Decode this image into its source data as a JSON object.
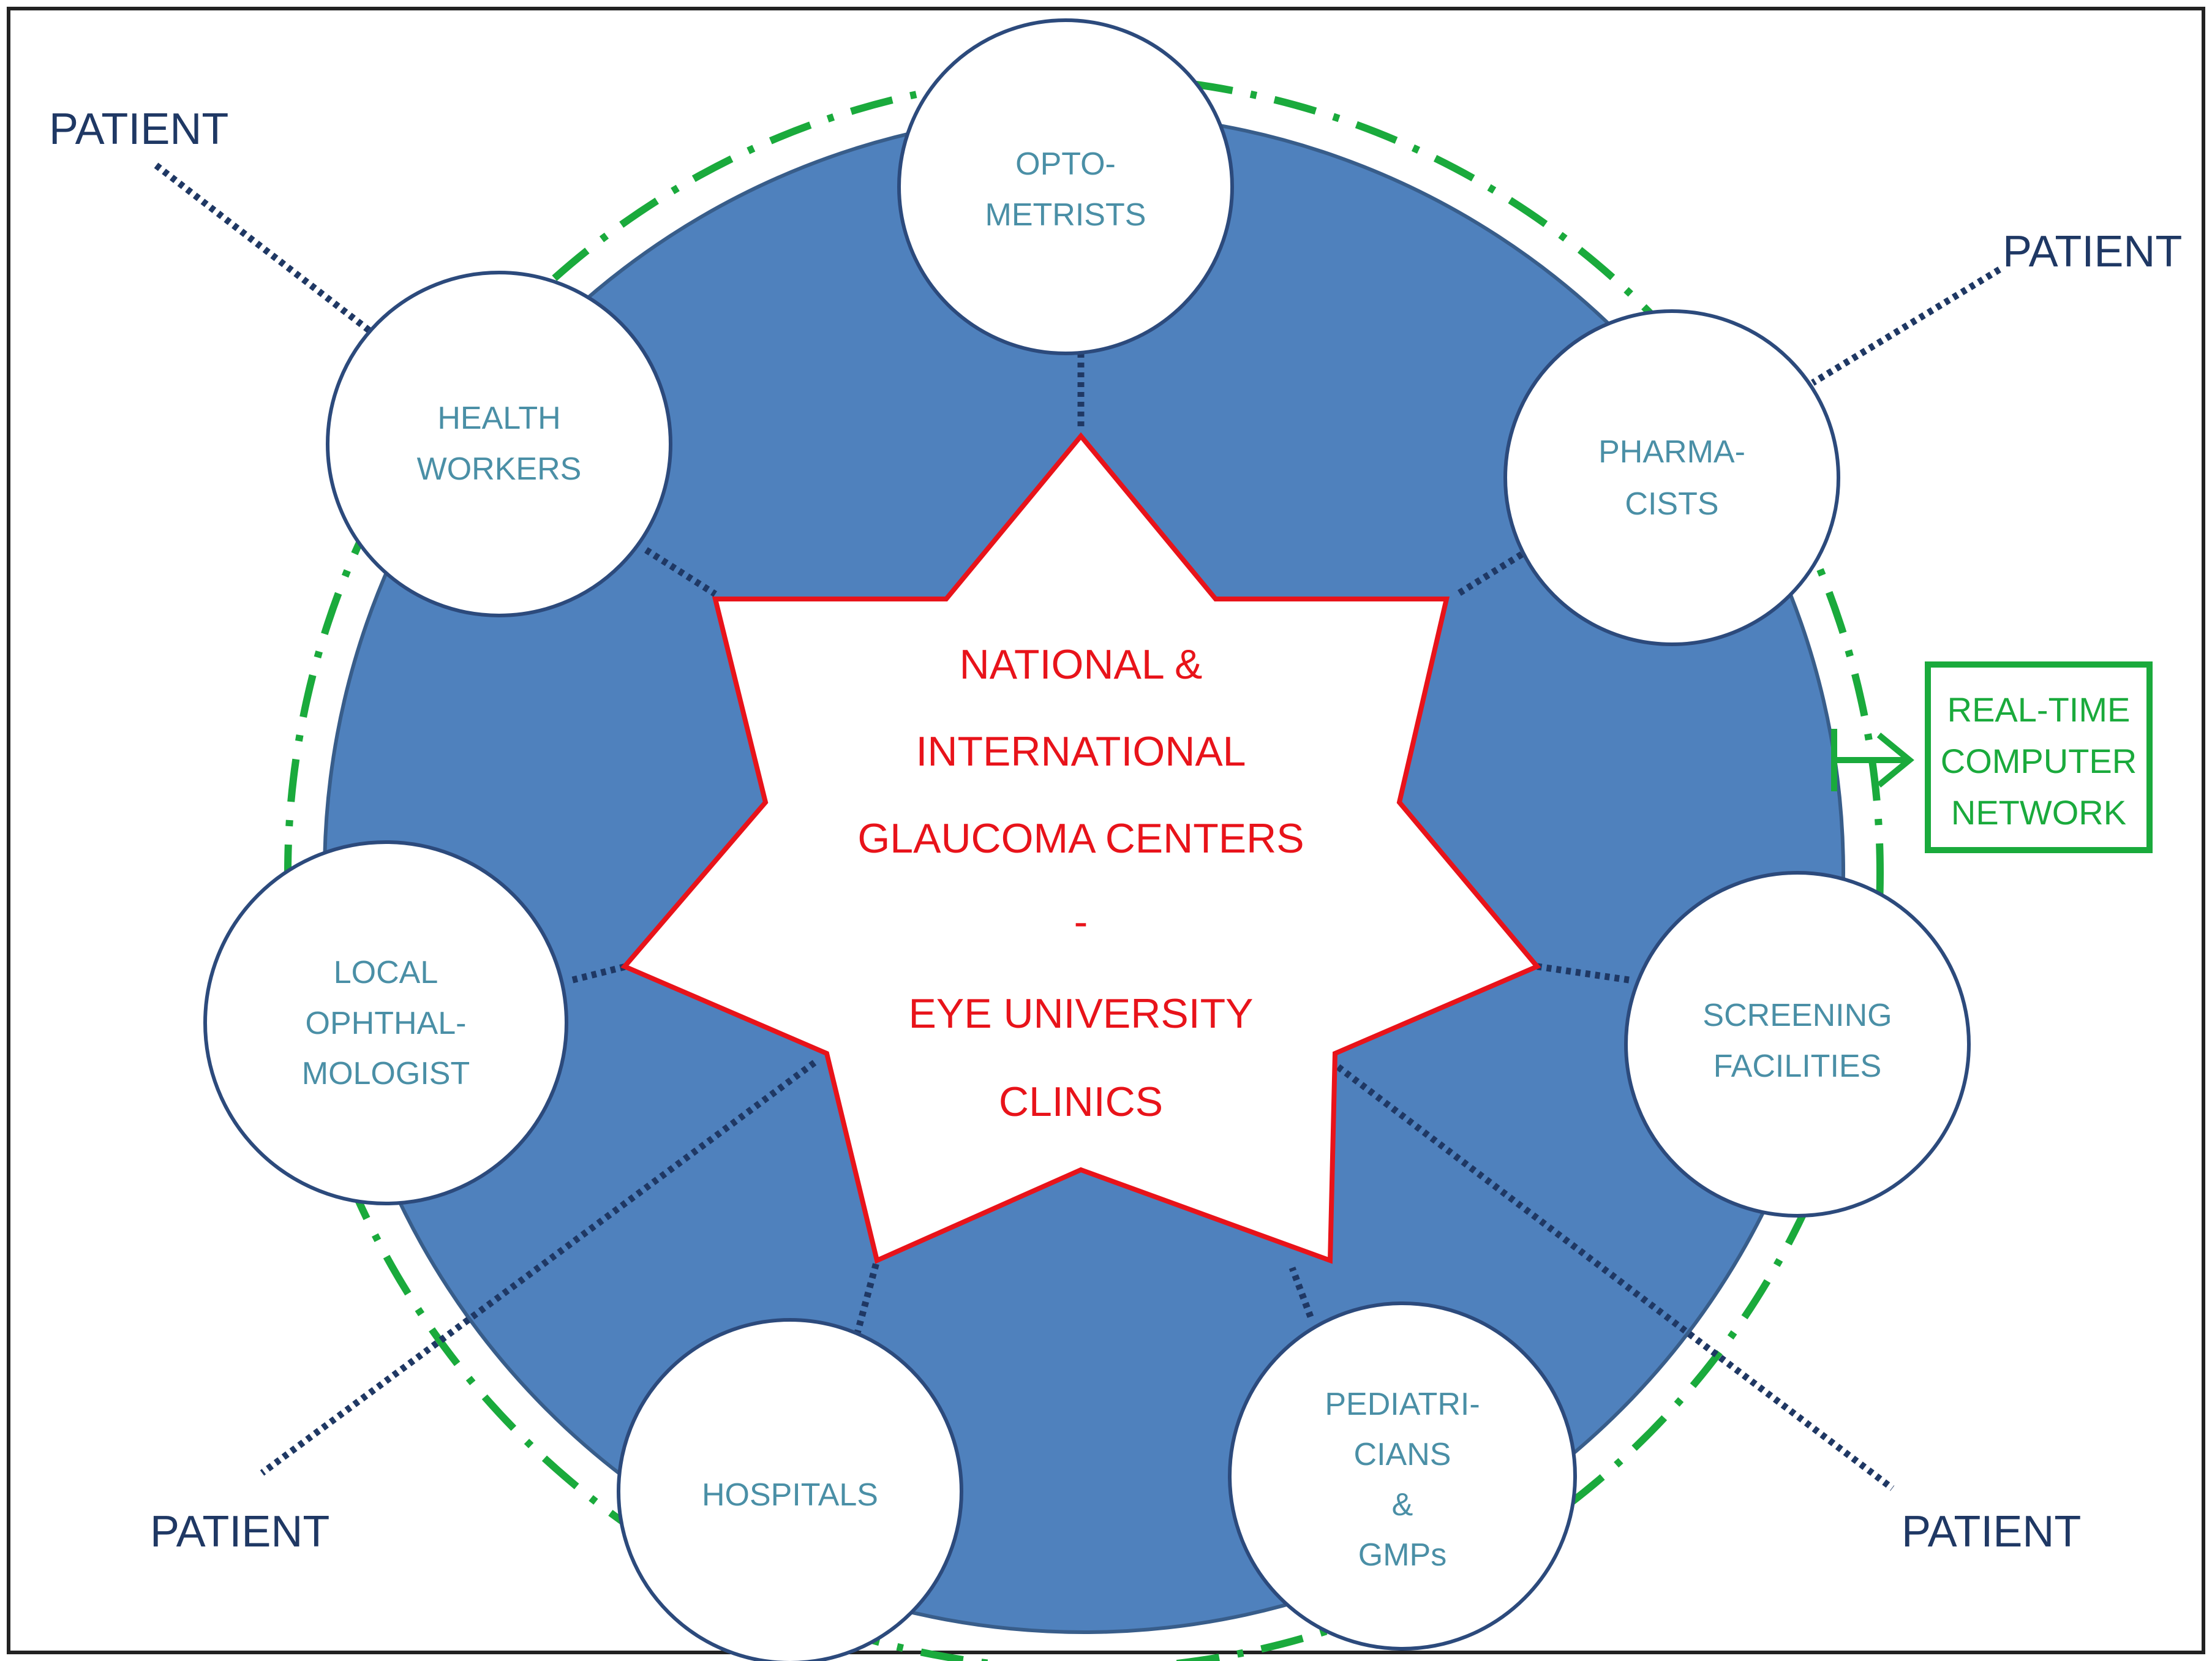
{
  "center": {
    "lines": [
      "NATIONAL  &",
      "INTERNATIONAL",
      "GLAUCOMA CENTERS",
      "-",
      "EYE UNIVERSITY",
      "CLINICS"
    ]
  },
  "satellites": [
    {
      "key": "optometrists",
      "lines": [
        "OPTO-",
        "METRISTS"
      ]
    },
    {
      "key": "pharmacists",
      "lines": [
        "PHARMA-",
        "CISTS"
      ]
    },
    {
      "key": "screening-facilities",
      "lines": [
        "SCREENING",
        "FACILITIES"
      ]
    },
    {
      "key": "pediatricians-gmps",
      "lines": [
        "PEDIATRI-",
        "CIANS",
        "&",
        "GMPs"
      ]
    },
    {
      "key": "hospitals",
      "lines": [
        "HOSPITALS"
      ]
    },
    {
      "key": "local-ophthalmologist",
      "lines": [
        "LOCAL",
        "OPHTHAL-",
        "MOLOGIST"
      ]
    },
    {
      "key": "health-workers",
      "lines": [
        "HEALTH",
        "WORKERS"
      ]
    }
  ],
  "patients": [
    "PATIENT",
    "PATIENT",
    "PATIENT",
    "PATIENT"
  ],
  "network": {
    "lines": [
      "REAL-TIME",
      "COMPUTER",
      "NETWORK"
    ]
  },
  "colors": {
    "ring_fill": "#4f81bd",
    "ring_stroke": "#385d8a",
    "star_stroke": "#e8131a",
    "dashdot_ring": "#1aaa3c",
    "satellite_stroke": "#2c4a7c",
    "patient_text": "#1f3864"
  }
}
